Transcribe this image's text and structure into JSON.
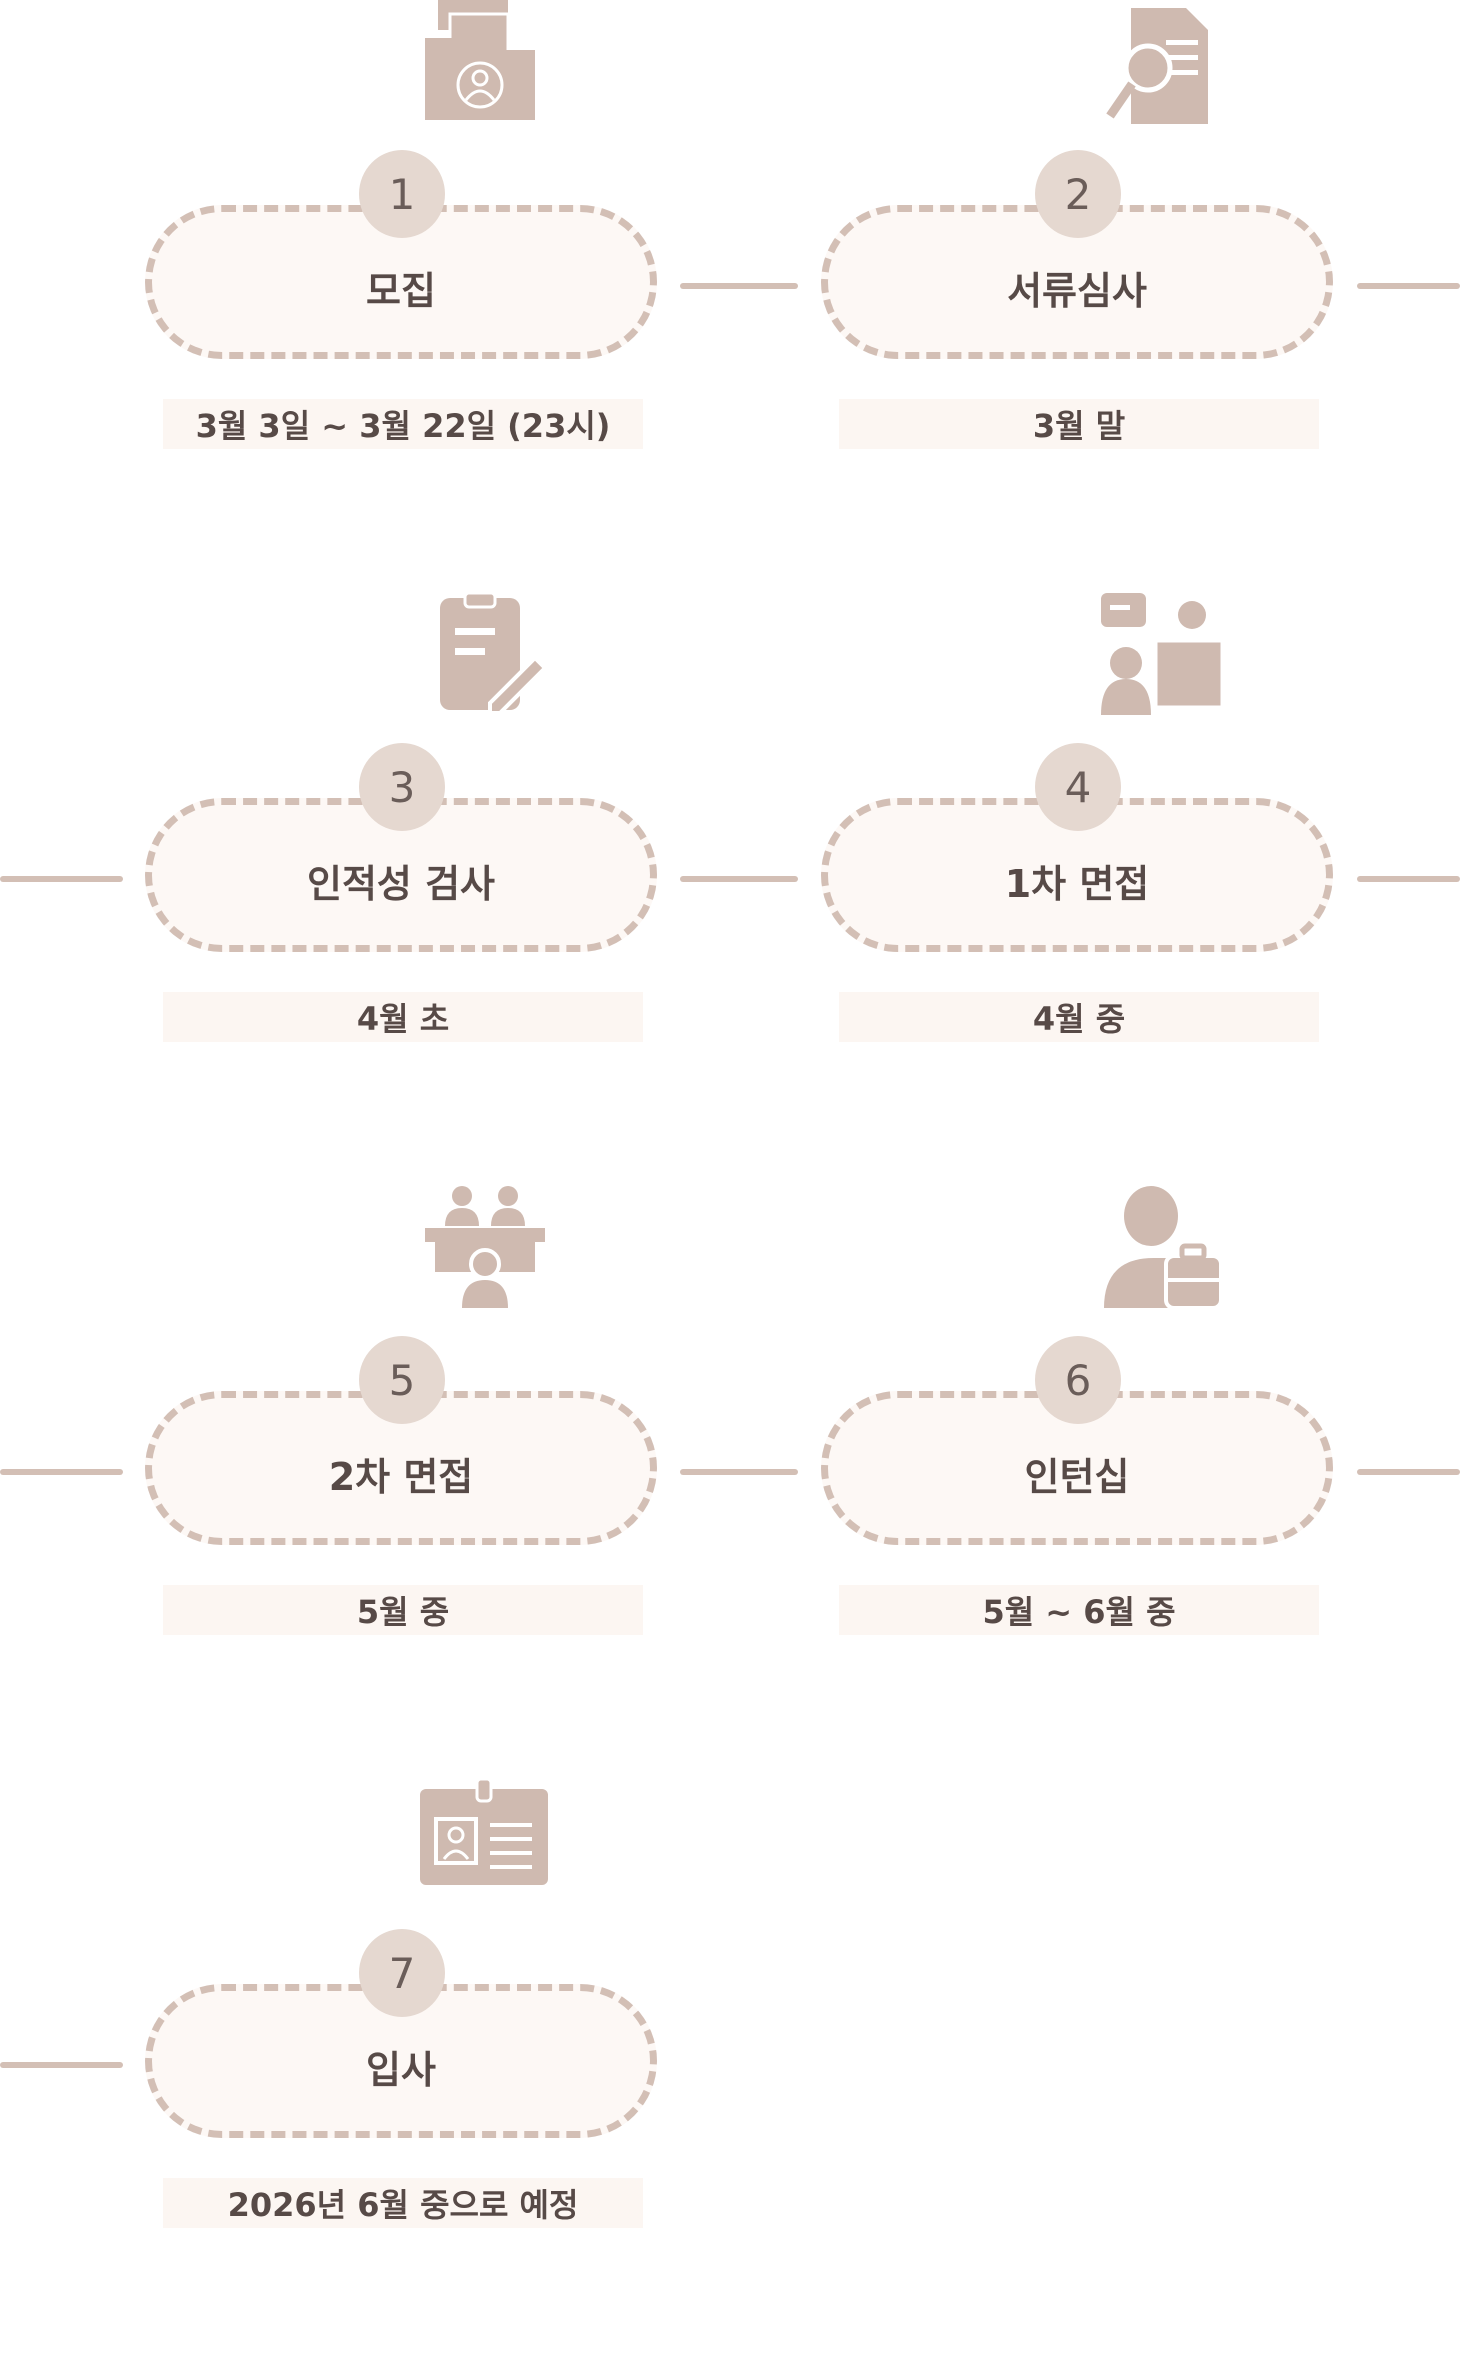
{
  "colors": {
    "accent": "#d3bfb5",
    "fill": "#fdf8f5",
    "text": "#574a47"
  },
  "steps": [
    {
      "number": "1",
      "title": "모집",
      "date": "3월 3일 ~ 3월 22일 (23시)",
      "icon": "applicant-folder-icon"
    },
    {
      "number": "2",
      "title": "서류심사",
      "date": "3월 말",
      "icon": "document-search-icon"
    },
    {
      "number": "3",
      "title": "인적성 검사",
      "date": "4월 초",
      "icon": "clipboard-pencil-icon"
    },
    {
      "number": "4",
      "title": "1차 면접",
      "date": "4월 중",
      "icon": "interview-icon"
    },
    {
      "number": "5",
      "title": "2차 면접",
      "date": "5월 중",
      "icon": "panel-interview-icon"
    },
    {
      "number": "6",
      "title": "인턴십",
      "date": "5월 ~ 6월 중",
      "icon": "person-briefcase-icon"
    },
    {
      "number": "7",
      "title": "입사",
      "date": "2026년 6월 중으로 예정",
      "icon": "id-badge-icon"
    }
  ]
}
